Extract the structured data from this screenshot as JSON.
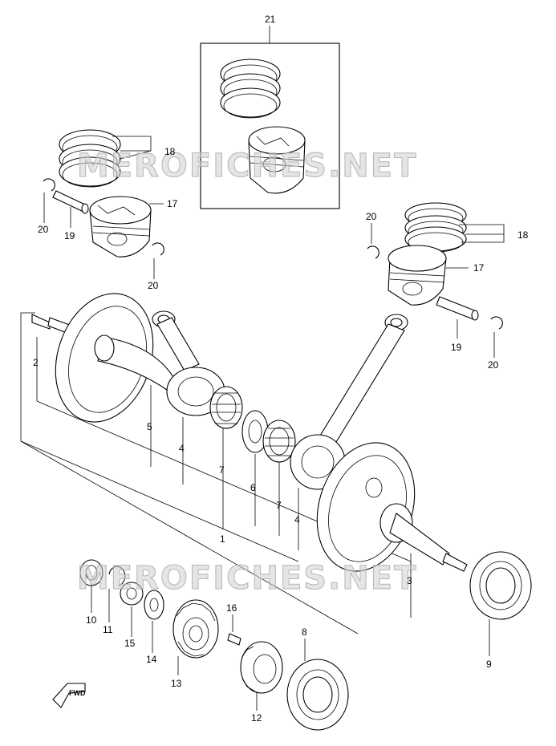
{
  "watermark": "MEROFICHES.NET",
  "fwd_label": "FWD",
  "parts": {
    "p1": "1",
    "p2": "2",
    "p3": "3",
    "p4a": "4",
    "p4b": "4",
    "p5": "5",
    "p6": "6",
    "p7a": "7",
    "p7b": "7",
    "p8": "8",
    "p9": "9",
    "p10": "10",
    "p11": "11",
    "p12": "12",
    "p13": "13",
    "p14": "14",
    "p15": "15",
    "p16": "16",
    "p17a": "17",
    "p17b": "17",
    "p18a": "18",
    "p18b": "18",
    "p19a": "19",
    "p19b": "19",
    "p20a": "20",
    "p20b": "20",
    "p20c": "20",
    "p20d": "20",
    "p21": "21"
  }
}
